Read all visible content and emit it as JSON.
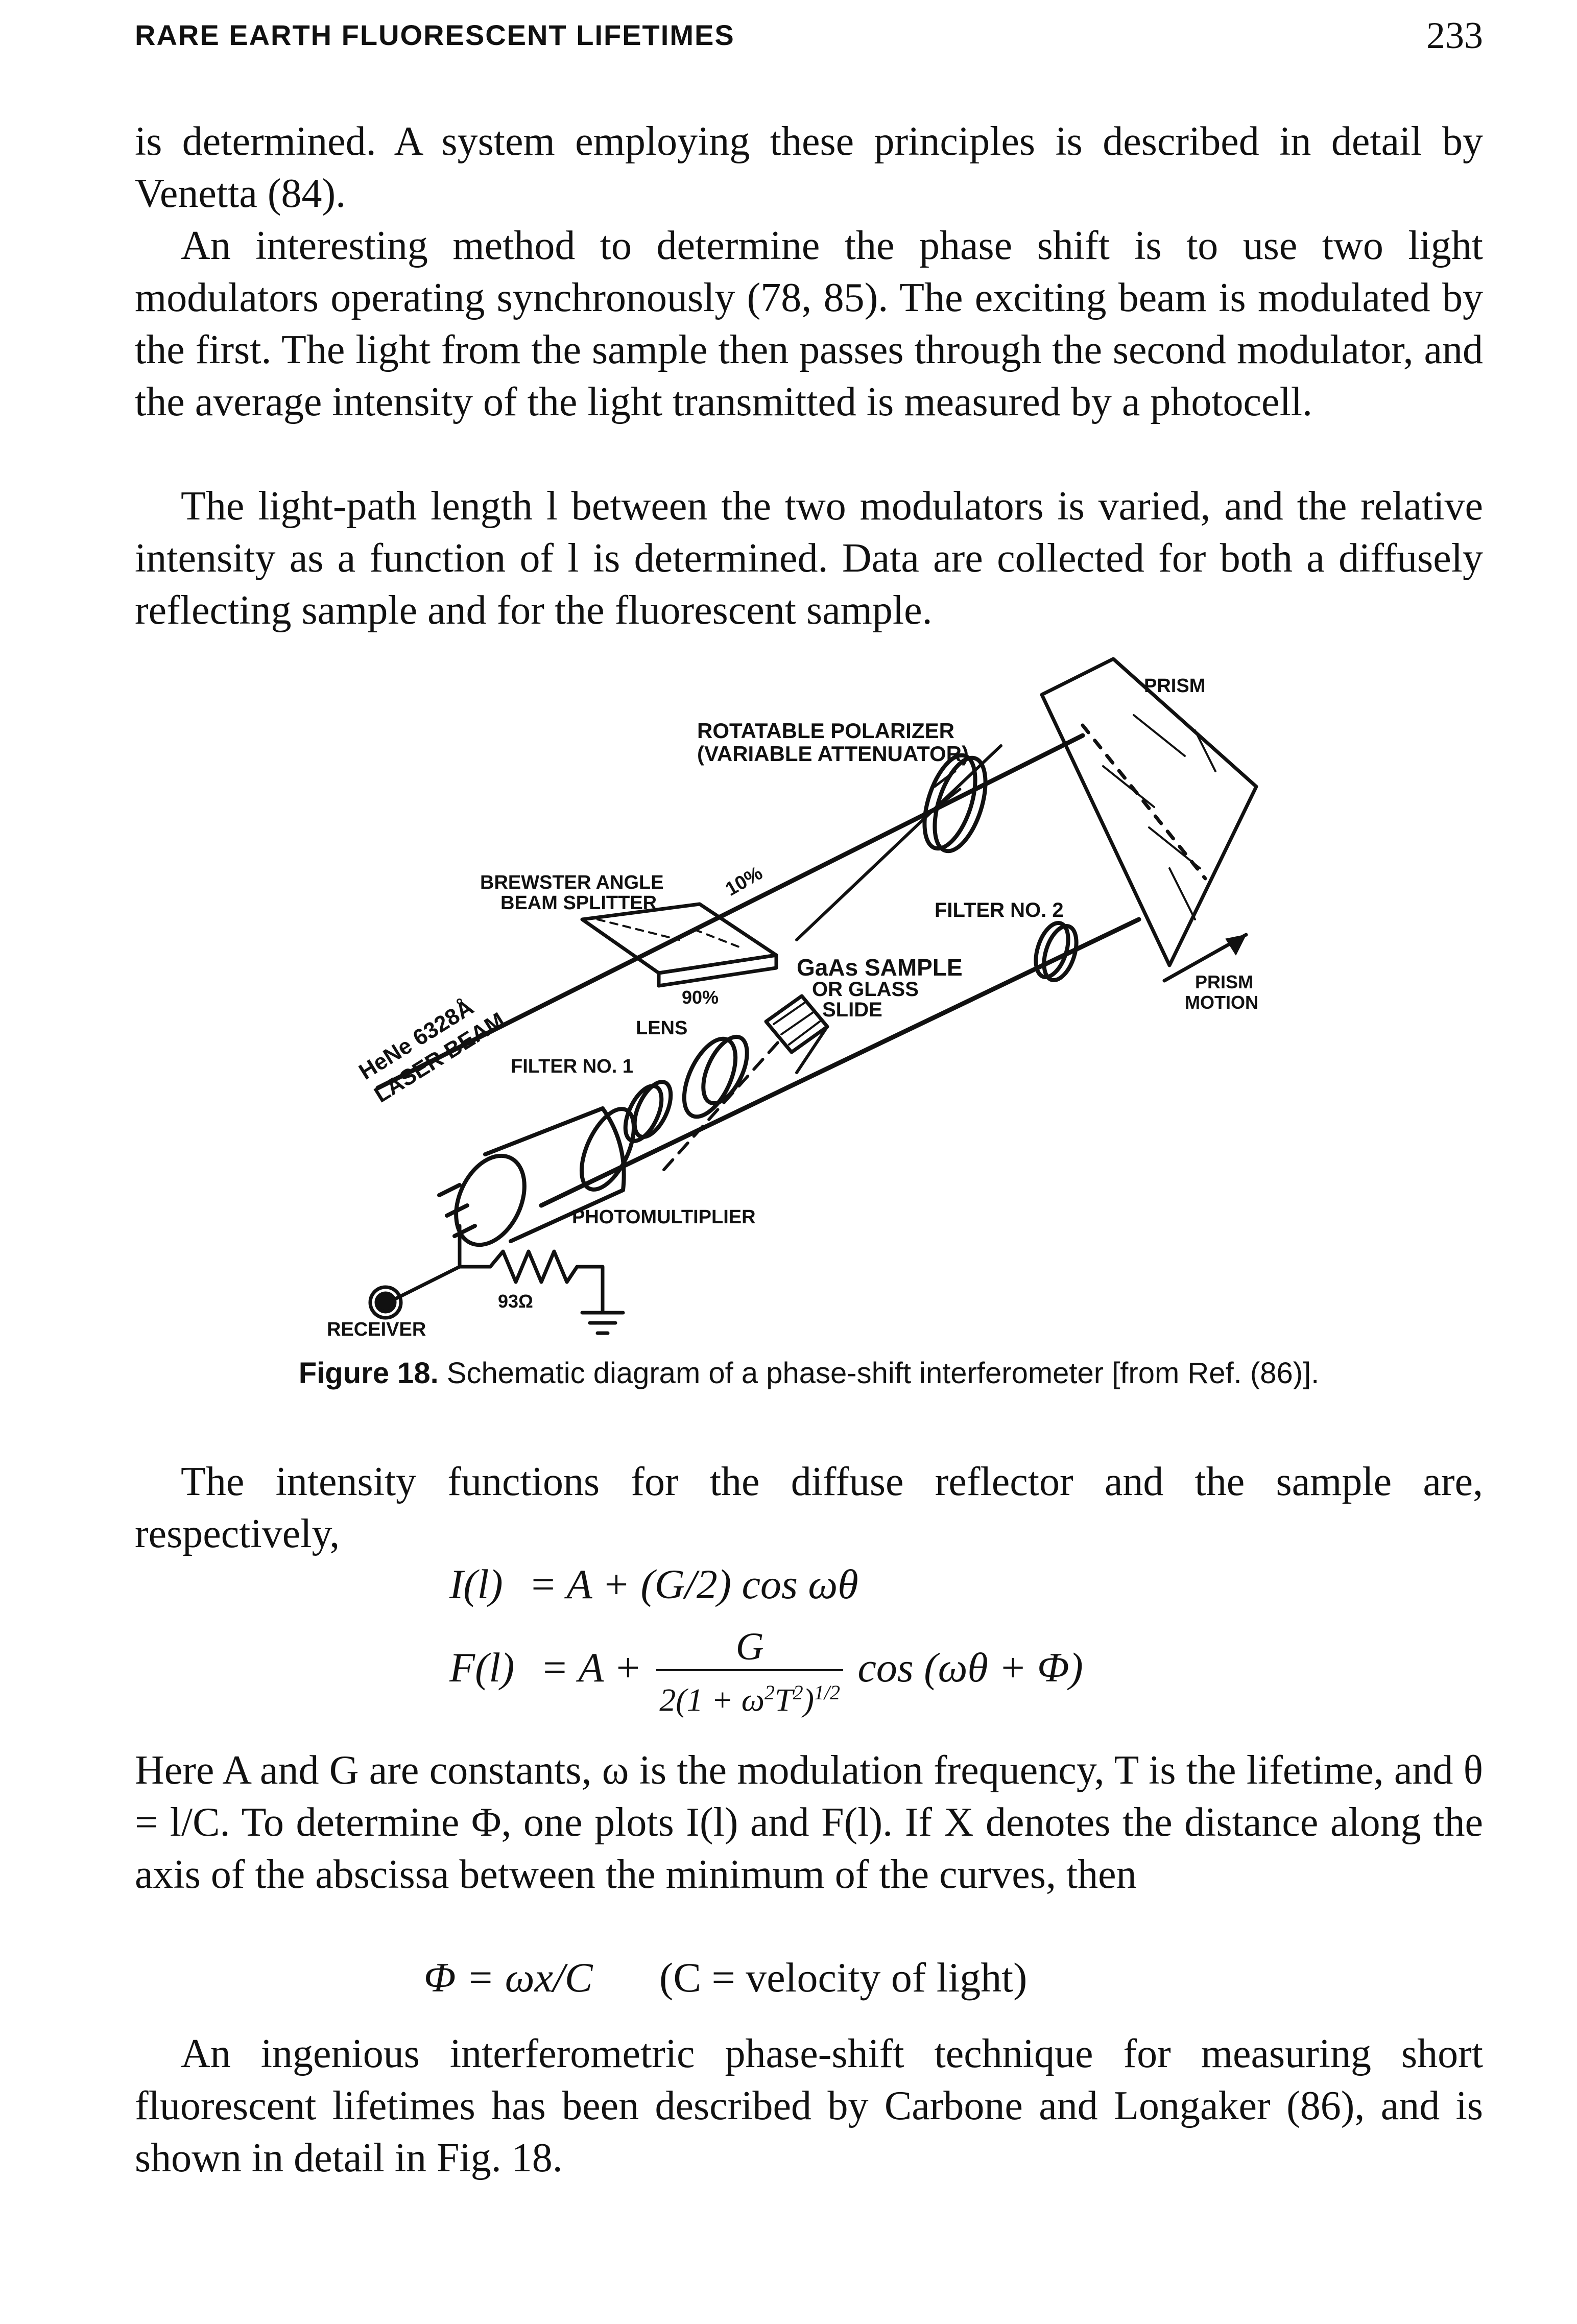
{
  "header": {
    "running_title": "RARE EARTH FLUORESCENT LIFETIMES",
    "page_number": "233"
  },
  "paragraphs": [
    "is determined. A system employing these principles is described in detail by Venetta (84).",
    "An interesting method to determine the phase shift is to use two light modulators operating synchronously (78, 85). The exciting beam is modulated by the first. The light from the sample then passes through the second modulator, and the average intensity of the light transmitted is measured by a photocell.",
    "The light-path length l between the two modulators is varied, and the relative intensity as a function of l is determined. Data are collected for both a diffusely reflecting sample and for the fluorescent sample."
  ],
  "figure": {
    "labels": {
      "prism": "PRISM",
      "polarizer_1": "ROTATABLE POLARIZER",
      "polarizer_2": "(VARIABLE ATTENUATOR)",
      "brewster_1": "BREWSTER ANGLE",
      "brewster_2": "BEAM SPLITTER",
      "pct_10": "10%",
      "pct_90": "90%",
      "filter2": "FILTER NO. 2",
      "gaas_1": "GaAs SAMPLE",
      "gaas_2": "OR GLASS",
      "gaas_3": "SLIDE",
      "prism_motion_1": "PRISM",
      "prism_motion_2": "MOTION",
      "laser_1": "HeNe 6328Å",
      "laser_2": "LASER BEAM",
      "lens": "LENS",
      "filter1": "FILTER NO. 1",
      "photomultiplier": "PHOTOMULTIPLIER",
      "resistor": "93Ω",
      "receiver": "RECEIVER"
    },
    "caption_label": "Figure 18.",
    "caption_text": "Schematic diagram of a phase-shift interferometer [from Ref. (86)]."
  },
  "after_figure": {
    "paragraph": "The intensity functions for the diffuse reflector and the sample are, respectively,",
    "eq1": {
      "lhs": "I(l)",
      "rhs": "=  A + (G/2) cos ωθ"
    },
    "eq2": {
      "lhs": "F(l)",
      "rhs_pre": "=  A +",
      "numerator": "G",
      "denominator": "2(1 + ω",
      "den_sup": "2",
      "den_mid": "T",
      "den_sup2": "2",
      "den_end": ")",
      "den_exp": "1/2",
      "rhs_post": "cos (ωθ + Φ)"
    },
    "paragraph2": "Here A and G are constants, ω is the modulation frequency, T is the lifetime, and θ = l/C. To determine Φ, one plots I(l) and F(l). If X denotes the distance along the axis of the abscissa between the minimum of the curves, then",
    "eq3": {
      "lhs": "Φ  =  ωx/C",
      "note": "(C = velocity of light)"
    },
    "paragraph3": "An ingenious interferometric phase-shift technique for measuring short fluorescent lifetimes has been described by Carbone and Longaker (86), and is shown in detail in Fig. 18."
  }
}
